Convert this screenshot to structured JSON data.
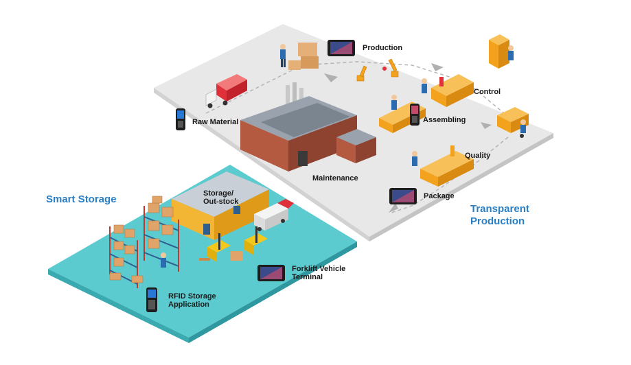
{
  "sections": {
    "smart_storage": "Smart Storage",
    "transparent_production": [
      "Transparent",
      "Production"
    ]
  },
  "stations": {
    "production": "Production",
    "control": "Control",
    "raw_material": "Raw Material",
    "assembling": "Assembling",
    "quality": "Quality",
    "maintenance": "Maintenance",
    "package": "Package",
    "storage": [
      "Storage/",
      "Out-stock"
    ],
    "forklift_terminal": [
      "Forklift Vehicle",
      "Terminal"
    ],
    "rfid": [
      "RFID Storage",
      "Application"
    ]
  },
  "colors": {
    "production_floor": "#e6e6e6",
    "storage_floor": "#5ccbd0",
    "storage_floor_side": "#3aa9b0",
    "accent_blue": "#2a7fc4",
    "machine_orange": "#f2a21c",
    "building_brick": "#a4523a",
    "truck_red": "#e0303a"
  }
}
